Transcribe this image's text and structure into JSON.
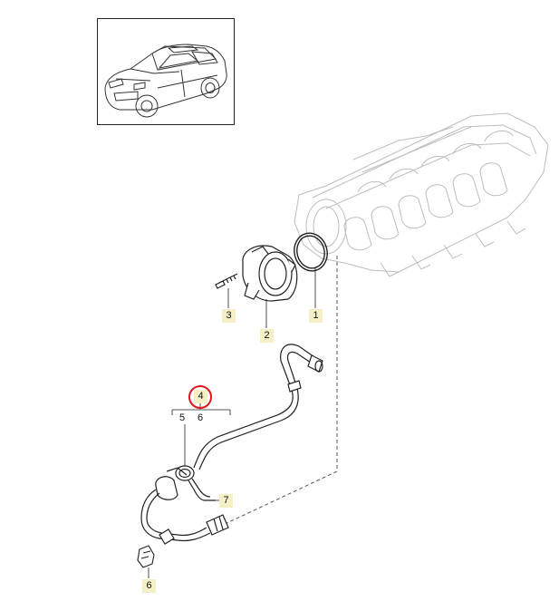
{
  "callouts": {
    "p1": "1",
    "p2": "2",
    "p3": "3",
    "p4": "4",
    "p5": "5",
    "p6a": "6",
    "p6b": "6",
    "p7": "7"
  },
  "colors": {
    "callout_fill": "#f4efc6",
    "highlight_ring": "#e1161b",
    "line": "#222222",
    "ghost_line": "#bdbdbd"
  }
}
